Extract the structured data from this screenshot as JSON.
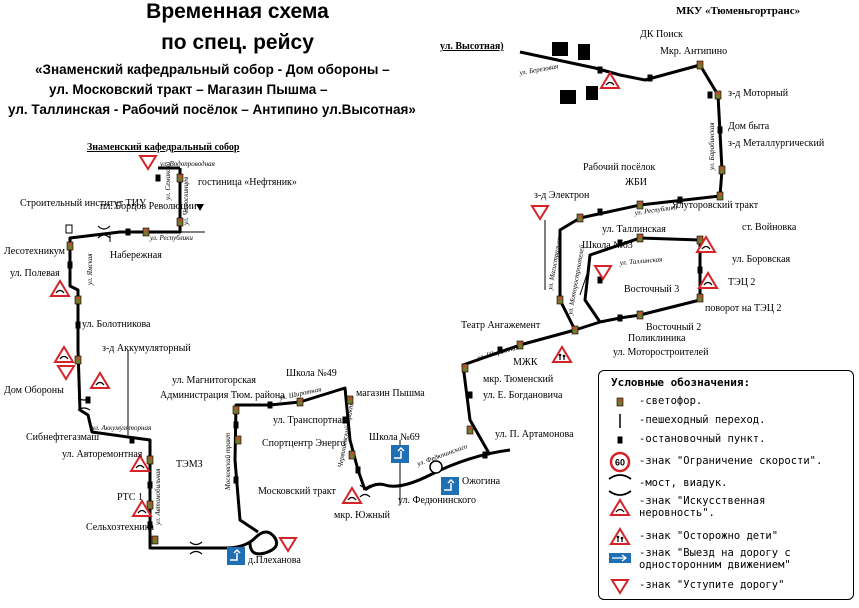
{
  "title": {
    "line1": "Временная схема",
    "line2": "по спец. рейсу",
    "route_line1": "«Знаменский кафедральный собор -  Дом обороны –",
    "route_line2": "ул. Московский тракт – Магазин Пышма –",
    "route_line3": "ул. Таллинская - Рабочий посёлок – Антипино ул.Высотная»"
  },
  "organization": "МКУ «Тюменьгортранс»",
  "map": {
    "stops": {
      "znamensky": "Знаменский кафедральный собор",
      "hotel_neftyanik": "гостиница «Нефтяник»",
      "stroitelny_institut": "Строительный институт ТИУ",
      "pl_bortsov": "пл. Борцов Революции",
      "naberezhnaya": "Набережная",
      "lesotehnikum": "Лесотехникум",
      "ul_polevaya": "ул. Полевая",
      "ul_bolotnikova": "ул. Болотникова",
      "z_akkum": "з-д Аккумуляторный",
      "dom_oborony": "Дом Обороны",
      "sibneftegazmash": "Сибнефтегазмаш",
      "ul_avtoremontnaya": "ул. Авторемонтная",
      "temz": "ТЭМЗ",
      "rts1": "РТС 1",
      "selhoztehnika": "Сельхозтехника",
      "d_plekhanova": "д.Плеханова",
      "moskovsky_trakt": "Московский тракт",
      "sportcentr": "Спортцентр Энерго",
      "ul_transportnaya": "ул. Транспортная",
      "administratsiya": "Администрация Тюм. района",
      "ul_magnitogorskaya": "ул. Магнитогорская",
      "school49": "Школа №49",
      "magazin_pyshma": "магазин Пышма",
      "school69": "Школа №69",
      "mkr_yuzhny": "мкр. Южный",
      "ul_fedyuninskogo": "ул. Федюнинского",
      "ozhogina": "Ожогина",
      "ul_p_artamonova": "ул. П. Артамонова",
      "ul_e_bogdanovicha": "ул. Е. Богдановича",
      "mkr_tyumensky": "мкр. Тюменский",
      "mzhk": "МЖК",
      "teatr_angazhement": "Театр Ангажемент",
      "ul_motorostroiteley": "ул. Моторостроителей",
      "poliklinika": "Поликлиника",
      "vostochny2": "Восточный 2",
      "vostochny3": "Восточный 3",
      "povorot_tets2": "поворот на ТЭЦ 2",
      "tets2": "ТЭЦ 2",
      "ul_borovskaya": "ул. Боровская",
      "st_voinovka": "ст. Войновка",
      "school63": "Школа №63",
      "ul_tallinskaya": "ул. Таллинская",
      "z_elektron": "з-д Электрон",
      "rabochy_posyolok": "Рабочий посёлок",
      "zhbi": "ЖБИ",
      "yalutorovsky_trakt": "Ялуторовский тракт",
      "z_metallurgichesky": "з-д Металлургический",
      "dom_byta": "Дом быта",
      "z_motorny": "з-д Моторный",
      "mkr_antipino": "Мкр. Антипино",
      "dk_poisk": "ДК Поиск",
      "ul_vysotnaya": "ул. Высотная)"
    },
    "streets": {
      "vodoprovodnaya": "ул. Водопроводная",
      "semakova": "ул. Семакова",
      "chelyuskintsev": "ул. Челюскинцев",
      "respubliki": "ул. Республики",
      "yamskaya": "ул. Ямская",
      "akkumulyatornaya": "ул. Аккумуляторная",
      "avtomobilnaya": "ул. Автомобильная",
      "shirotnaya": "ул. Широтная",
      "moskovsky_trakt_v": "Московский тракт",
      "fedyuninskogo": "ул. Федюнинского",
      "chervishevsky": "Червишевский тракт",
      "shirotnaya2": "ул. Широтная",
      "motorostroiteley": "ул. Моторостроителей",
      "tallinskaya": "ул. Таллинская",
      "respubliki2": "ул. Республики",
      "barabinskaya": "ул. Барабинская",
      "berezovaya": "ул. Березовая",
      "magistralnaya": "ул. Магистральная"
    }
  },
  "legend": {
    "heading": "Условные обозначения:",
    "items": [
      {
        "icon": "traffic-light-icon",
        "text": "-светофор."
      },
      {
        "icon": "crosswalk-icon",
        "text": "-пешеходный переход."
      },
      {
        "icon": "bus-stop-icon",
        "text": "-остановочный пункт."
      },
      {
        "icon": "speed-limit-icon",
        "icon_text": "60",
        "text": "-знак \"Ограничение скорости\"."
      },
      {
        "icon": "bridge-icon",
        "text": "-мост, виадук."
      },
      {
        "icon": "speed-bump-icon",
        "text": "-знак \"Искусственная неровность\"."
      },
      {
        "icon": "children-icon",
        "text": "-знак \"Осторожно дети\""
      },
      {
        "icon": "one-way-exit-icon",
        "text": "-знак \"Выезд на дорогу с односторонним движением\""
      },
      {
        "icon": "yield-icon",
        "text": "-знак \"Уступите дорогу\""
      }
    ]
  },
  "colors": {
    "route": "#000000",
    "sign_red": "#d4242a",
    "sign_blue": "#1f6fb5",
    "traffic_light": "#8a6a2a"
  }
}
